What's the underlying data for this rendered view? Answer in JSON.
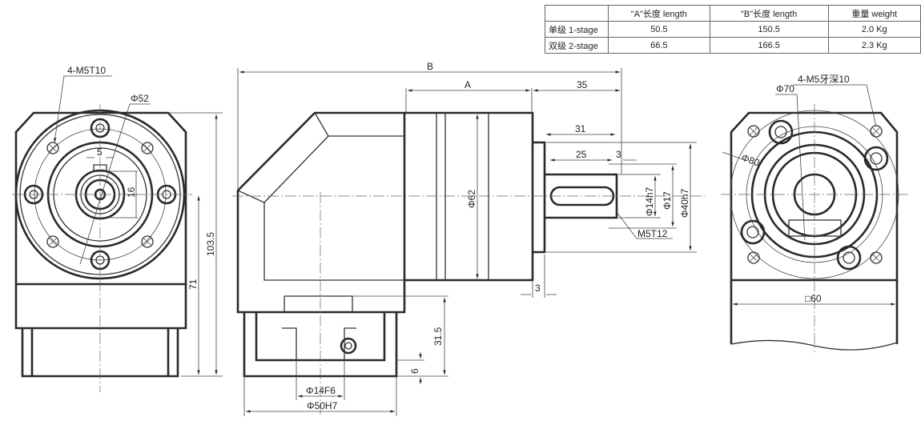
{
  "table": {
    "headers": [
      "",
      "\"A\"长度 length",
      "\"B\"长度 length",
      "重量 weight"
    ],
    "rows": [
      {
        "stage": "单级 1-stage",
        "a": "50.5",
        "b": "150.5",
        "weight": "2.0 Kg"
      },
      {
        "stage": "双级 2-stage",
        "a": "66.5",
        "b": "166.5",
        "weight": "2.3 Kg"
      }
    ]
  },
  "front_view": {
    "thread_label": "4-M5T10",
    "pcd_label": "Φ52",
    "key_width": "5",
    "key_height": "16",
    "height_total": "103.5",
    "center_height": "71"
  },
  "side_view": {
    "b_label": "B",
    "a_label": "A",
    "dim_35": "35",
    "dim_31": "31",
    "dim_25": "25",
    "dim_3_top": "3",
    "dia_62": "Φ62",
    "dia_14h7": "Φ14h7",
    "dia_17": "Φ17",
    "dia_40h7": "Φ40h7",
    "thread_m5t12": "M5T12",
    "dim_3_bottom": "3",
    "dim_31_5": "31.5",
    "dim_6": "6",
    "dia_14f6": "Φ14F6",
    "dia_50h7": "Φ50H7"
  },
  "rear_view": {
    "thread_label": "4-M5牙深10",
    "dia_70": "Φ70",
    "dia_80": "Φ80",
    "square_60": "□60"
  }
}
